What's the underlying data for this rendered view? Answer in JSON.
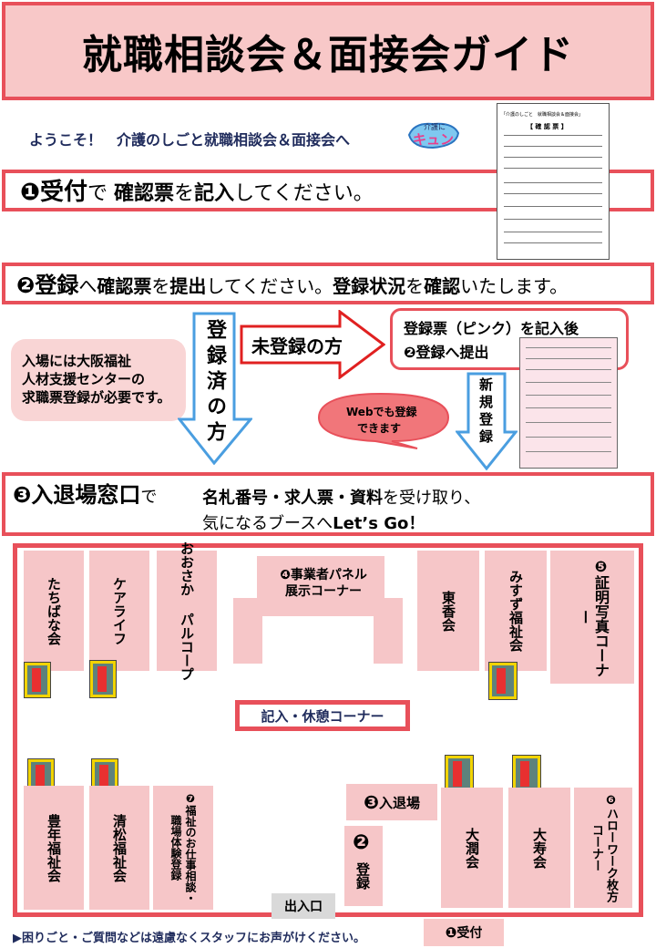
{
  "header": {
    "title": "就職相談会＆面接会ガイド"
  },
  "welcome": {
    "text": "ようこそ！　介護のしごと就職相談会＆面接会へ",
    "logo_small": "介護に",
    "logo_big": "キュン"
  },
  "form_sample": {
    "title_line": "「介護のしごと　就職相談会＆面接会」",
    "heading": "【 確 認 票 】"
  },
  "step1": {
    "num": "❶",
    "bold1": "受付",
    "t1": "で",
    "bold2": "確認票",
    "t2": "を",
    "bold3": "記入",
    "t3": "してください。"
  },
  "step2": {
    "num": "❷",
    "bold1": "登録",
    "t1": "へ",
    "bold2": "確認票",
    "t2": "を",
    "bold3": "提出",
    "t3": "してください。",
    "bold4": "登録状況",
    "t4": "を",
    "bold5": "確認",
    "t5": "いたします。"
  },
  "flow": {
    "registered_label": "登録済の方",
    "unregistered_label": "未登録の方",
    "instruction_line1": "登録票（ピンク）を記入後",
    "instruction_line2": "❷登録へ提出",
    "new_label": "新規登録",
    "web_bubble_line1": "Webでも登録",
    "web_bubble_line2": "できます",
    "note_line1": "入場には大阪福祉",
    "note_line2": "人材支援センターの",
    "note_line3": "求職票登録が必要です。"
  },
  "step3": {
    "num": "❸",
    "bold1": "入退場窓口",
    "t1": "で",
    "line1_bold": "名札番号・求人票・資料",
    "line1_rest": "を受け取り、",
    "line2_text": "気になるブースへ",
    "line2_bold": "Let’s Go！"
  },
  "floor": {
    "booths": {
      "tachibana": "たちばな会",
      "care_life": "ケアライフ",
      "osaka_pal": "おおさか パルコープ",
      "panel": "❹事業者パネル\n展示コーナー",
      "touko": "東香会",
      "misuzu": "みすず福祉会",
      "photo": "❺証明写真コーナー",
      "rest": "記入・休憩コーナー",
      "toyonen": "豊年福祉会",
      "seisho": "清松福祉会",
      "consult": "❼福祉のお仕事相談・職場体験登録",
      "entry_exit": "入退場",
      "entry_num": "❸",
      "register_num": "❷",
      "register": "登録",
      "daijun": "大潤会",
      "daiju": "大寿会",
      "hellowork": "❻ハローワーク枚方コーナー"
    },
    "entrance": "出入口"
  },
  "footer": {
    "note": "▶困りごと・ご質問などは遠慮なくスタッフにお声がけください。",
    "reception_num": "❶",
    "reception": "受付"
  },
  "colors": {
    "accent": "#e8505a",
    "pink": "#f8c8c8",
    "arrow_blue": "#4a9ee0",
    "navy": "#1f2b5c"
  }
}
